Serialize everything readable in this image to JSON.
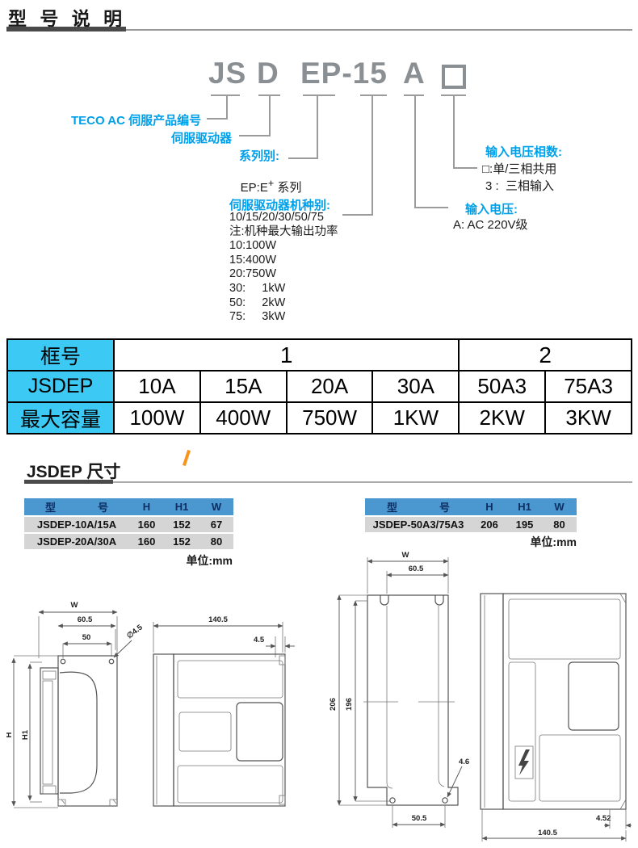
{
  "header": {
    "title": "型 号 说 明"
  },
  "model": {
    "code_parts": {
      "p1": "JS",
      "p2": "D",
      "p3": "EP-15",
      "p4": "A"
    },
    "product_label": "TECO AC 伺服产品编号",
    "driver_label": "伺服驱动器",
    "series": {
      "title": "系列别:",
      "value_base": "EP:E",
      "value_sup": "+",
      "value_tail": " 系列"
    },
    "machine": {
      "title": "伺服驱动器机种别:",
      "lines": [
        "10/15/20/30/50/75",
        "注:机种最大输出功率",
        "10:100W",
        "15:400W",
        "20:750W",
        "30:     1kW",
        "50:     2kW",
        "75:     3kW"
      ]
    },
    "phase": {
      "title": "输入电压相数:",
      "line1": "□:单/三相共用",
      "line2": "3 :  三相输入"
    },
    "voltage": {
      "title": "输入电压:",
      "value": "A: AC 220V级"
    }
  },
  "capacity_table": {
    "row_headers": [
      "框号",
      "JSDEP",
      "最大容量"
    ],
    "frames": [
      "1",
      "2"
    ],
    "models": [
      "10A",
      "15A",
      "20A",
      "30A",
      "50A3",
      "75A3"
    ],
    "capacities": [
      "100W",
      "400W",
      "750W",
      "1KW",
      "2KW",
      "3KW"
    ]
  },
  "dims": {
    "section_title": "JSDEP 尺寸",
    "unit": "单位:mm",
    "small_table": {
      "headers": [
        "型　　　　号",
        "H",
        "H1",
        "W"
      ],
      "rows": [
        [
          "JSDEP-10A/15A",
          "160",
          "152",
          "67"
        ],
        [
          "JSDEP-20A/30A",
          "160",
          "152",
          "80"
        ]
      ]
    },
    "large_table": {
      "headers": [
        "型　　　　号",
        "H",
        "H1",
        "W"
      ],
      "rows": [
        [
          "JSDEP-50A3/75A3",
          "206",
          "195",
          "80"
        ]
      ]
    },
    "drw1": {
      "w": "W",
      "d1": "60.5",
      "d2": "50",
      "hole": "∅4.5",
      "h": "H",
      "h1": "H1"
    },
    "drw2": {
      "d1": "140.5",
      "d2": "4.5"
    },
    "drw3": {
      "w": "W",
      "d1": "60.5",
      "h206": "206",
      "h196": "196",
      "hole": "4.6",
      "d2": "50.5"
    },
    "drw4": {
      "d1": "140.5",
      "d2": "4.52"
    }
  }
}
